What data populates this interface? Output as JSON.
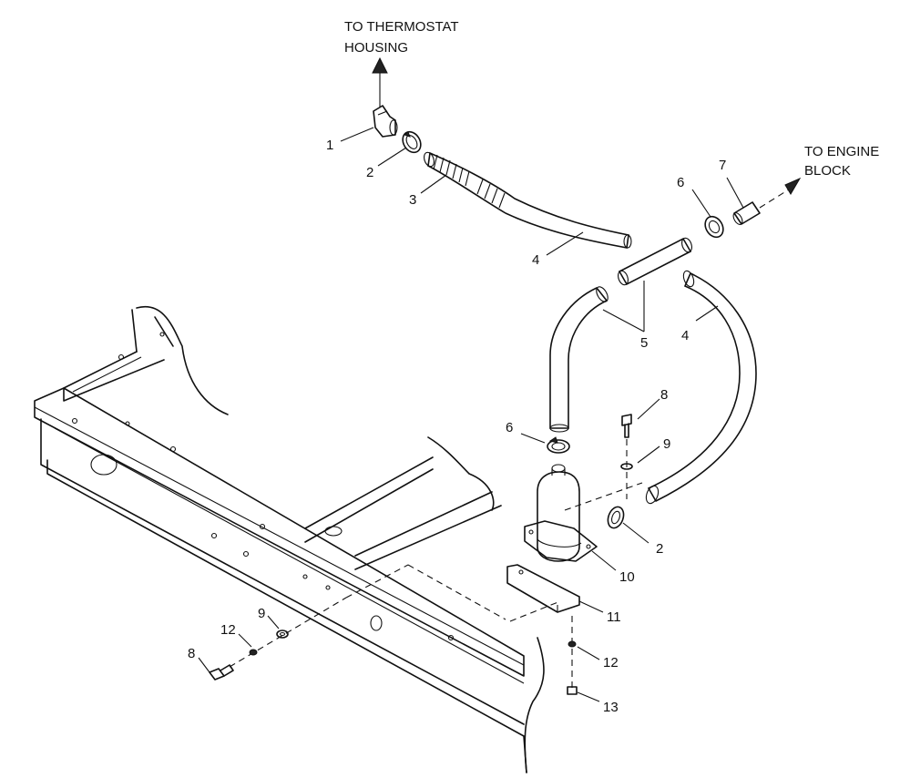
{
  "notes": {
    "thermostat_line1": "TO THERMOSTAT",
    "thermostat_line2": "HOUSING",
    "engine_line1": "TO ENGINE",
    "engine_line2": "BLOCK"
  },
  "callouts": {
    "c1": "1",
    "c2a": "2",
    "c2b": "2",
    "c3": "3",
    "c4a": "4",
    "c4b": "4",
    "c5": "5",
    "c6a": "6",
    "c6b": "6",
    "c7": "7",
    "c8a": "8",
    "c8b": "8",
    "c9a": "9",
    "c9b": "9",
    "c10": "10",
    "c11": "11",
    "c12a": "12",
    "c12b": "12",
    "c13": "13"
  }
}
